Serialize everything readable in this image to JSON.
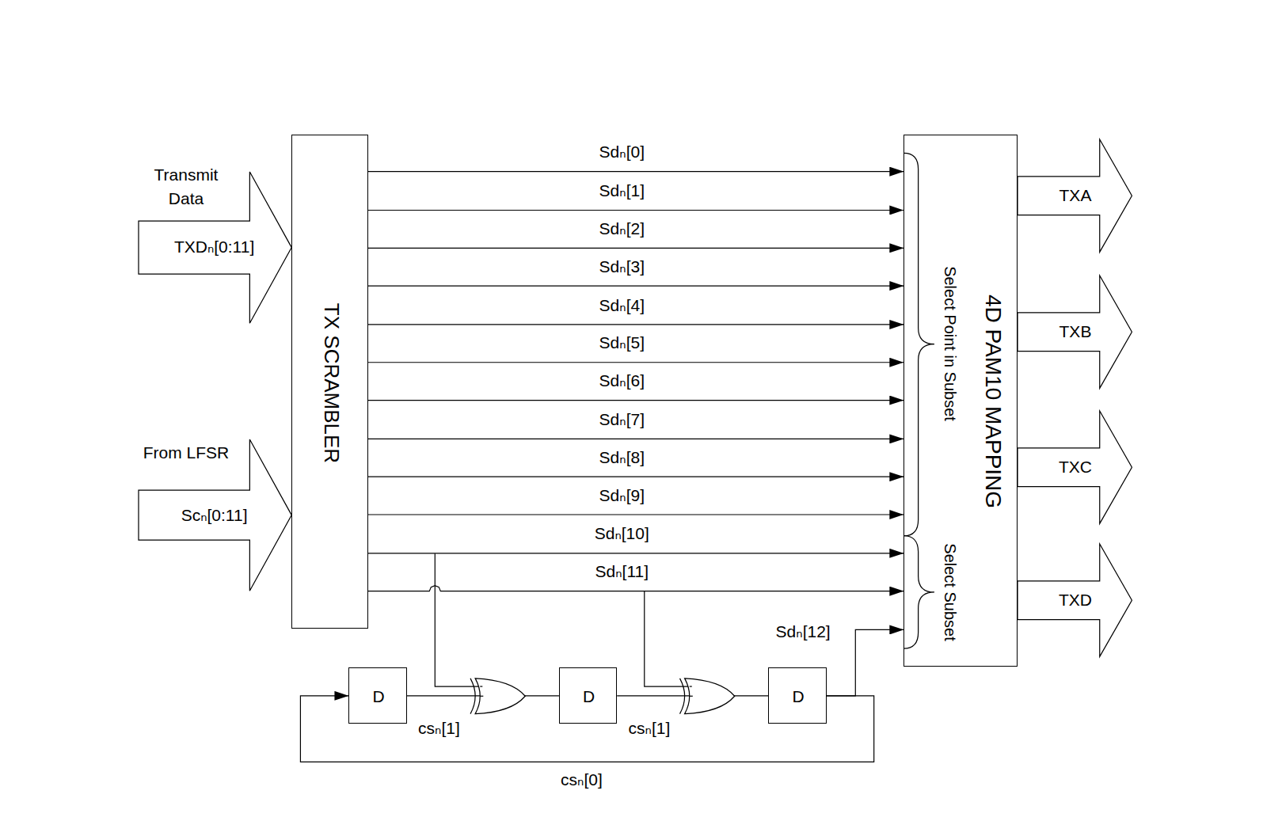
{
  "diagram": {
    "nodes": [
      {
        "text": [
          "Transmit Data",
          "TXDₙ[0:11]"
        ]
      },
      {
        "text": [
          "From LFSR",
          "Scₙ[0:11]"
        ]
      },
      {
        "text": [
          "TX SCRAMBLER"
        ]
      },
      {
        "text": [
          "4D PAM10 MAPPING"
        ]
      },
      {
        "text": [
          "TXA"
        ]
      },
      {
        "text": [
          "TXB"
        ]
      },
      {
        "text": [
          "TXC"
        ]
      },
      {
        "text": [
          "TXD"
        ]
      },
      {
        "text": [
          "D"
        ]
      },
      {
        "text": [
          "D"
        ]
      },
      {
        "text": [
          "D"
        ]
      }
    ],
    "edges": [
      {
        "from": 2,
        "to": 3,
        "arrow": "to",
        "label": "Sdₙ[0]"
      },
      {
        "from": 2,
        "to": 3,
        "arrow": "to",
        "label": "Sdₙ[1]"
      },
      {
        "from": 2,
        "to": 3,
        "arrow": "to",
        "label": "Sdₙ[2]"
      },
      {
        "from": 2,
        "to": 3,
        "arrow": "to",
        "label": "Sdₙ[3]"
      },
      {
        "from": 2,
        "to": 3,
        "arrow": "to",
        "label": "Sdₙ[4]"
      },
      {
        "from": 2,
        "to": 3,
        "arrow": "to",
        "label": "Sdₙ[5]"
      },
      {
        "from": 2,
        "to": 3,
        "arrow": "to",
        "label": "Sdₙ[6]"
      },
      {
        "from": 2,
        "to": 3,
        "arrow": "to",
        "label": "Sdₙ[7]"
      },
      {
        "from": 2,
        "to": 3,
        "arrow": "to",
        "label": "Sdₙ[8]"
      },
      {
        "from": 2,
        "to": 3,
        "arrow": "to",
        "label": "Sdₙ[9]"
      },
      {
        "from": 2,
        "to": 3,
        "arrow": "to",
        "label": "Sdₙ[10]"
      },
      {
        "from": 2,
        "to": 3,
        "arrow": "to",
        "label": "Sdₙ[11]"
      },
      {
        "from": 10,
        "to": 3,
        "arrow": "to",
        "label": "Sdₙ[12]"
      },
      {
        "from": 8,
        "to": 9,
        "arrow": "none",
        "label": "csₙ[1]"
      },
      {
        "from": 9,
        "to": 10,
        "arrow": "none",
        "label": "csₙ[1]"
      },
      {
        "from": 10,
        "to": 8,
        "arrow": "to",
        "label": "csₙ[0]"
      }
    ],
    "labels": [
      "Select Point in Subset",
      "Select Subset"
    ]
  }
}
